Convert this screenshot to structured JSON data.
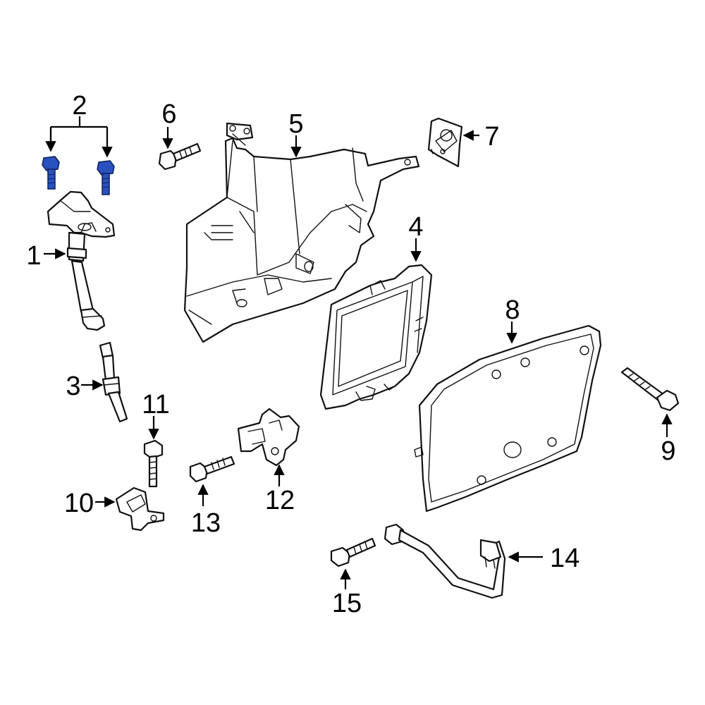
{
  "colors": {
    "line": "#111111",
    "highlight_fill": "#2a52be",
    "highlight_stroke": "#0b1f5e",
    "background": "#ffffff"
  },
  "callouts": {
    "c1": "1",
    "c2": "2",
    "c3": "3",
    "c4": "4",
    "c5": "5",
    "c6": "6",
    "c7": "7",
    "c8": "8",
    "c9": "9",
    "c10": "10",
    "c11": "11",
    "c12": "12",
    "c13": "13",
    "c14": "14",
    "c15": "15"
  },
  "highlighted_part": "2"
}
